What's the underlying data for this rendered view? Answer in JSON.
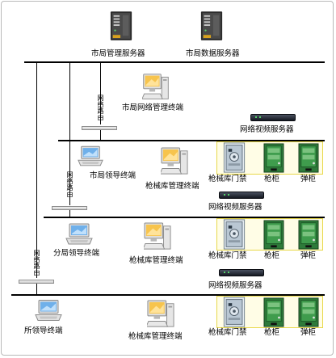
{
  "servers": {
    "city_management": "市局管理服务器",
    "city_database": "市局数据服务器"
  },
  "city_section": {
    "router": "网络路由",
    "network_management_terminal": "市局网络管理终端",
    "video_server": "网络视频服务器",
    "leader_terminal": "市局领导终端",
    "armory_terminal": "枪械库管理终端",
    "armory_door": "枪械库门禁",
    "gun_cabinet": "枪柜",
    "ammo_cabinet": "弹柜"
  },
  "branch_section": {
    "router": "网络路由",
    "video_server": "网络视频服务器",
    "leader_terminal": "分局领导终端",
    "armory_terminal": "枪械库管理终端",
    "armory_door": "枪械库门禁",
    "gun_cabinet": "枪柜",
    "ammo_cabinet": "弹柜"
  },
  "station_section": {
    "router": "网络路由",
    "video_server": "网络视频服务器",
    "leader_terminal": "所领导终端",
    "armory_terminal": "枪械库管理终端",
    "armory_door": "枪械库门禁",
    "gun_cabinet": "枪柜",
    "ammo_cabinet": "弹柜"
  }
}
